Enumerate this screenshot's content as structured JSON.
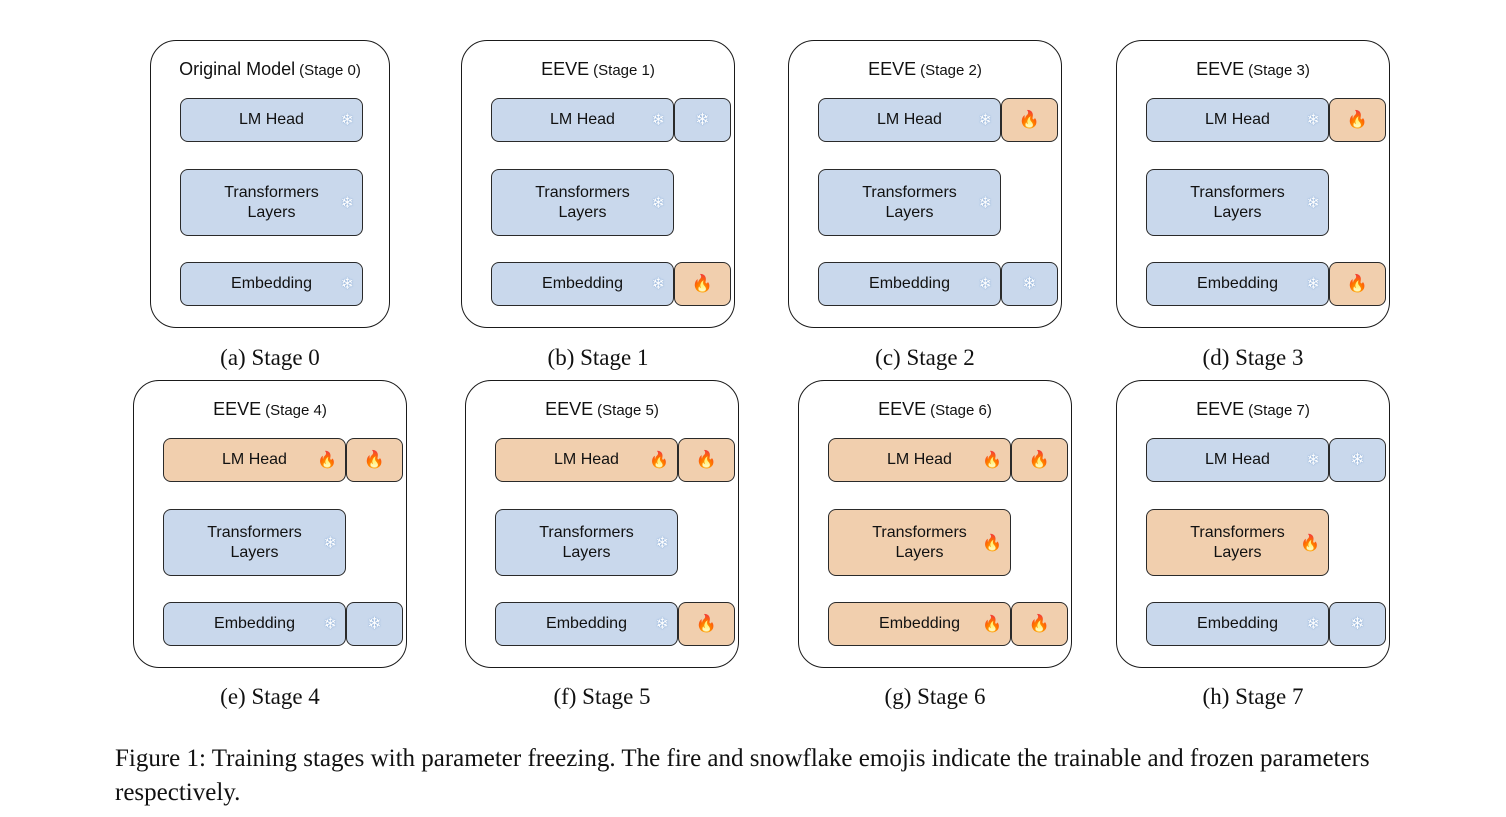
{
  "stages": [
    {
      "title": "Original Model",
      "subtitle": "(Stage 0)",
      "caption": "(a) Stage 0",
      "lm_head": {
        "label": "LM Head",
        "state": "frozen",
        "side": null
      },
      "transformers": {
        "label_line1": "Transformers",
        "label_line2": "Layers",
        "state": "frozen"
      },
      "embedding": {
        "label": "Embedding",
        "state": "frozen",
        "side": null
      }
    },
    {
      "title": "EEVE",
      "subtitle": "(Stage 1)",
      "caption": "(b) Stage 1",
      "lm_head": {
        "label": "LM Head",
        "state": "frozen",
        "side": "frozen"
      },
      "transformers": {
        "label_line1": "Transformers",
        "label_line2": "Layers",
        "state": "frozen"
      },
      "embedding": {
        "label": "Embedding",
        "state": "frozen",
        "side": "trainable"
      }
    },
    {
      "title": "EEVE",
      "subtitle": "(Stage 2)",
      "caption": "(c) Stage 2",
      "lm_head": {
        "label": "LM Head",
        "state": "frozen",
        "side": "trainable"
      },
      "transformers": {
        "label_line1": "Transformers",
        "label_line2": "Layers",
        "state": "frozen"
      },
      "embedding": {
        "label": "Embedding",
        "state": "frozen",
        "side": "frozen"
      }
    },
    {
      "title": "EEVE",
      "subtitle": "(Stage 3)",
      "caption": "(d) Stage 3",
      "lm_head": {
        "label": "LM Head",
        "state": "frozen",
        "side": "trainable"
      },
      "transformers": {
        "label_line1": "Transformers",
        "label_line2": "Layers",
        "state": "frozen"
      },
      "embedding": {
        "label": "Embedding",
        "state": "frozen",
        "side": "trainable"
      }
    },
    {
      "title": "EEVE",
      "subtitle": "(Stage 4)",
      "caption": "(e) Stage 4",
      "lm_head": {
        "label": "LM Head",
        "state": "trainable",
        "side": "trainable"
      },
      "transformers": {
        "label_line1": "Transformers",
        "label_line2": "Layers",
        "state": "frozen"
      },
      "embedding": {
        "label": "Embedding",
        "state": "frozen",
        "side": "frozen"
      }
    },
    {
      "title": "EEVE",
      "subtitle": "(Stage 5)",
      "caption": "(f) Stage 5",
      "lm_head": {
        "label": "LM Head",
        "state": "trainable",
        "side": "trainable"
      },
      "transformers": {
        "label_line1": "Transformers",
        "label_line2": "Layers",
        "state": "frozen"
      },
      "embedding": {
        "label": "Embedding",
        "state": "frozen",
        "side": "trainable"
      }
    },
    {
      "title": "EEVE",
      "subtitle": "(Stage 6)",
      "caption": "(g) Stage 6",
      "lm_head": {
        "label": "LM Head",
        "state": "trainable",
        "side": "trainable"
      },
      "transformers": {
        "label_line1": "Transformers",
        "label_line2": "Layers",
        "state": "trainable"
      },
      "embedding": {
        "label": "Embedding",
        "state": "trainable",
        "side": "trainable"
      }
    },
    {
      "title": "EEVE",
      "subtitle": "(Stage 7)",
      "caption": "(h) Stage 7",
      "lm_head": {
        "label": "LM Head",
        "state": "frozen",
        "side": "frozen"
      },
      "transformers": {
        "label_line1": "Transformers",
        "label_line2": "Layers",
        "state": "trainable"
      },
      "embedding": {
        "label": "Embedding",
        "state": "frozen",
        "side": "frozen"
      }
    }
  ],
  "icons": {
    "frozen": "snowflake-icon",
    "trainable": "fire-icon"
  },
  "colors": {
    "frozen_fill": "#c9d8ec",
    "trainable_fill": "#f1cfae",
    "border": "#2a2a2a"
  },
  "figure_caption": "Figure 1: Training stages with parameter freezing. The fire and snowflake emojis indicate the trainable and frozen parameters respectively."
}
